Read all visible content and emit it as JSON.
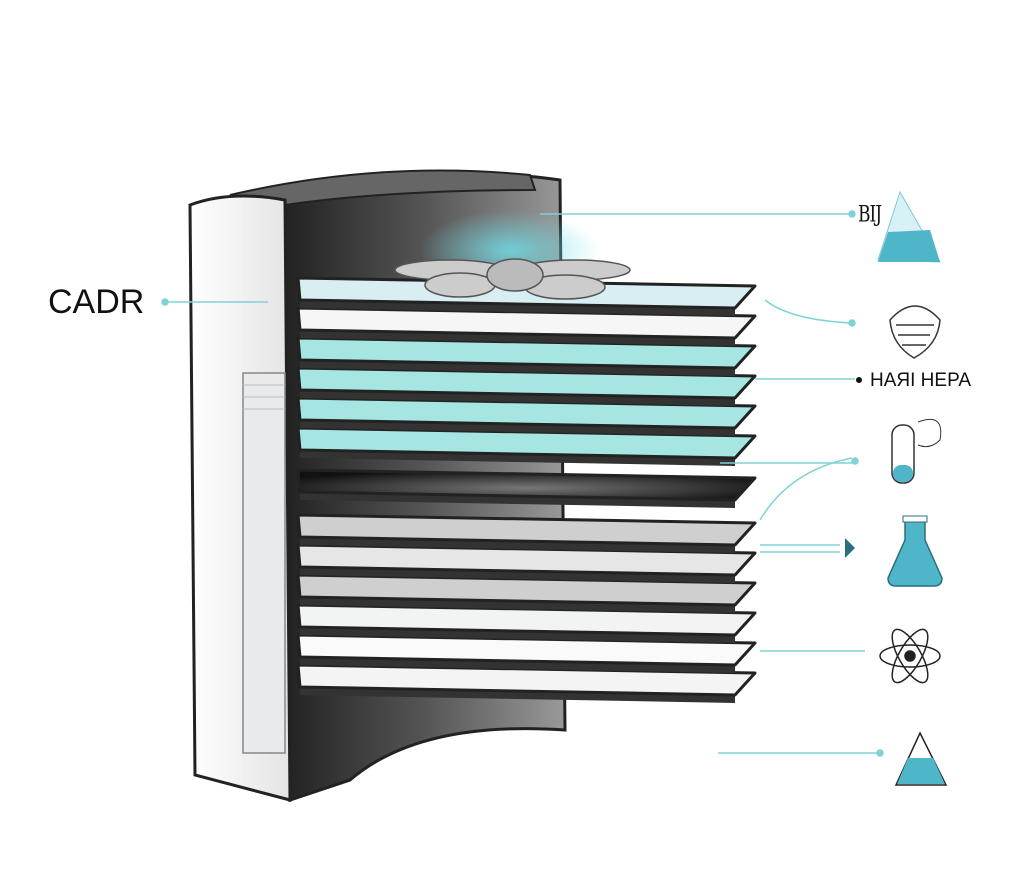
{
  "labels": {
    "cadr": "CADR",
    "hepa": "HAЯI HEPA",
    "top_icon_text": "BIJ"
  },
  "colors": {
    "accent": "#7fd3d6",
    "teal_fill": "#a5e6e3",
    "icon_fill": "#4fb5c9",
    "outline": "#222222"
  },
  "icons": [
    "glass-beaker-icon",
    "shield-leaf-icon",
    "test-tube-icon",
    "flask-icon",
    "atom-icon",
    "triangle-flask-icon"
  ]
}
